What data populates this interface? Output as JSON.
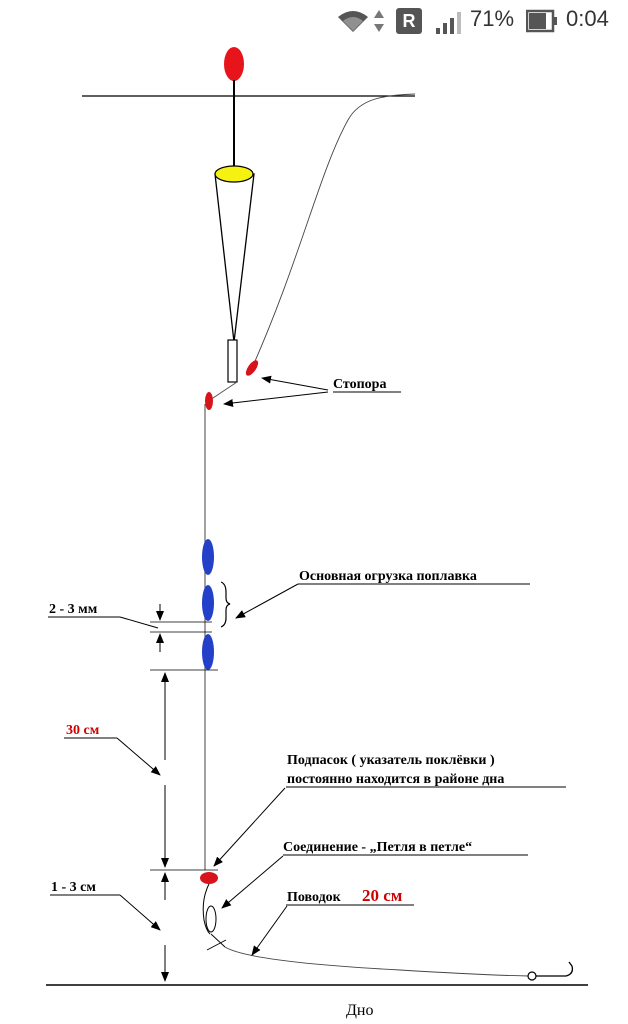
{
  "status_bar": {
    "icons": [
      "wifi-icon",
      "data-arrows-icon",
      "roaming-r-icon",
      "signal-bars-icon",
      "battery-icon"
    ],
    "roaming_letter": "R",
    "battery": "71%",
    "time": "0:04"
  },
  "labels": {
    "stoppers": "Стопора",
    "main_weight": "Основная огрузка поплавка",
    "gap_mm": "2 - 3 мм",
    "length_30": "30 см",
    "indicator_line1": "Подпасок ( указатель поклёвки )",
    "indicator_line2": "постоянно находится в районе дна",
    "connection": "Соединение - „Петля в петле“",
    "leash_text": "Поводок",
    "leash_len": "20 см",
    "gap_cm": "1 - 3 см",
    "bottom": "Дно"
  },
  "colors": {
    "float_tip": "#e8141c",
    "float_top": "#f5f212",
    "stopper": "#d7141c",
    "sinker": "#2340c8",
    "highlight_text": "#d00000"
  }
}
